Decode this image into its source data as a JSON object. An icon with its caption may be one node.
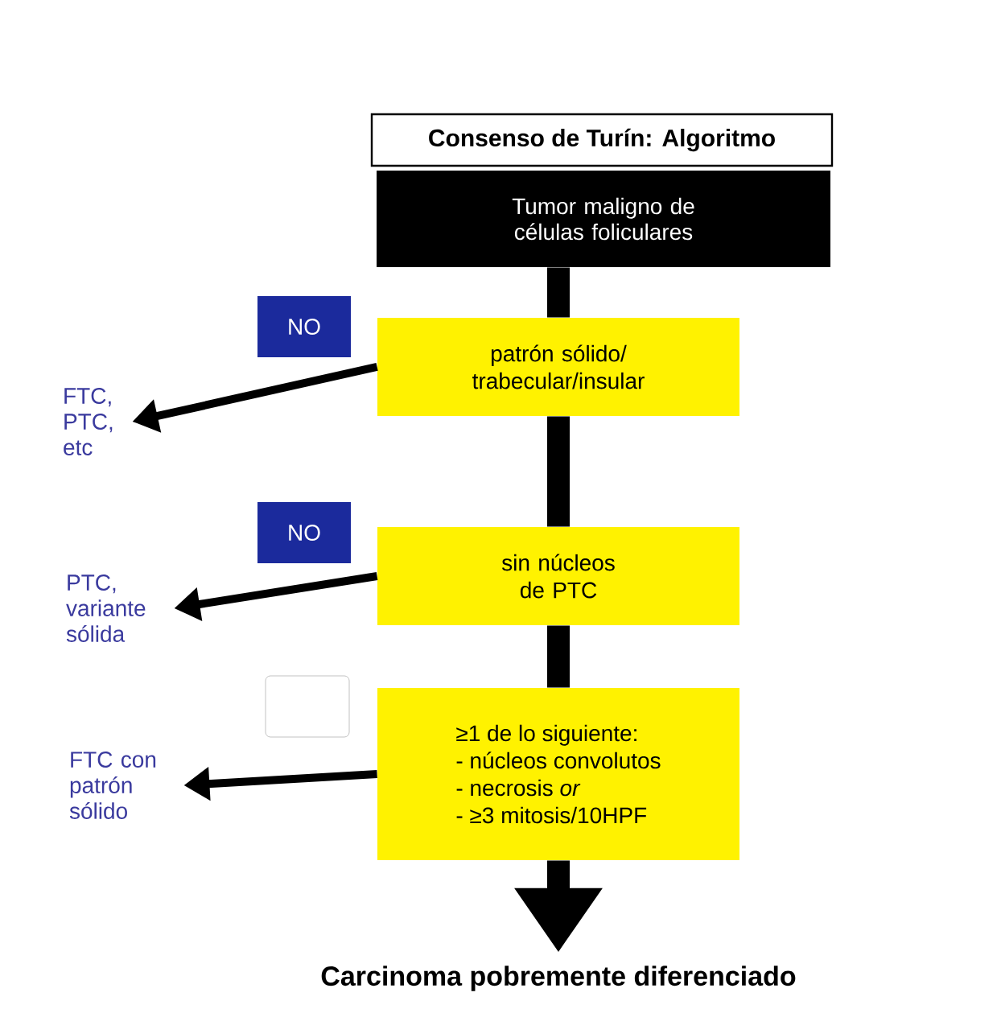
{
  "diagram": {
    "title": "Consenso de Turín: Algoritmo",
    "nodes": [
      {
        "text": [
          "Tumor maligno de células foliculares"
        ]
      },
      {
        "text": [
          "patrón sólido/ trabecular/insular"
        ]
      },
      {
        "text": [
          "sin núcleos de PTC"
        ]
      },
      {
        "text": [
          "≥1 de lo siguiente:",
          "- núcleos convolutos",
          "- necrosis *or*",
          "- ≥3 mitosis/10HPF"
        ]
      },
      {
        "text": [
          "Carcinoma pobremente diferenciado"
        ]
      },
      {
        "text": [
          "NO"
        ]
      },
      {
        "text": [
          "FTC, PTC, etc"
        ]
      },
      {
        "text": [
          "NO"
        ]
      },
      {
        "text": [
          "PTC, variante sólida"
        ]
      },
      {
        "text": [],
        "shape": "box"
      },
      {
        "text": [
          "FTC con patrón sólido"
        ]
      }
    ],
    "edges": [
      {
        "from": 0,
        "to": 1,
        "arrow": "none"
      },
      {
        "from": 1,
        "to": 2,
        "arrow": "none"
      },
      {
        "from": 2,
        "to": 3,
        "arrow": "none"
      },
      {
        "from": 3,
        "to": 4,
        "arrow": "to"
      },
      {
        "from": 1,
        "to": 6,
        "arrow": "to"
      },
      {
        "from": 2,
        "to": 8,
        "arrow": "to"
      },
      {
        "from": 3,
        "to": 10,
        "arrow": "to"
      }
    ]
  }
}
